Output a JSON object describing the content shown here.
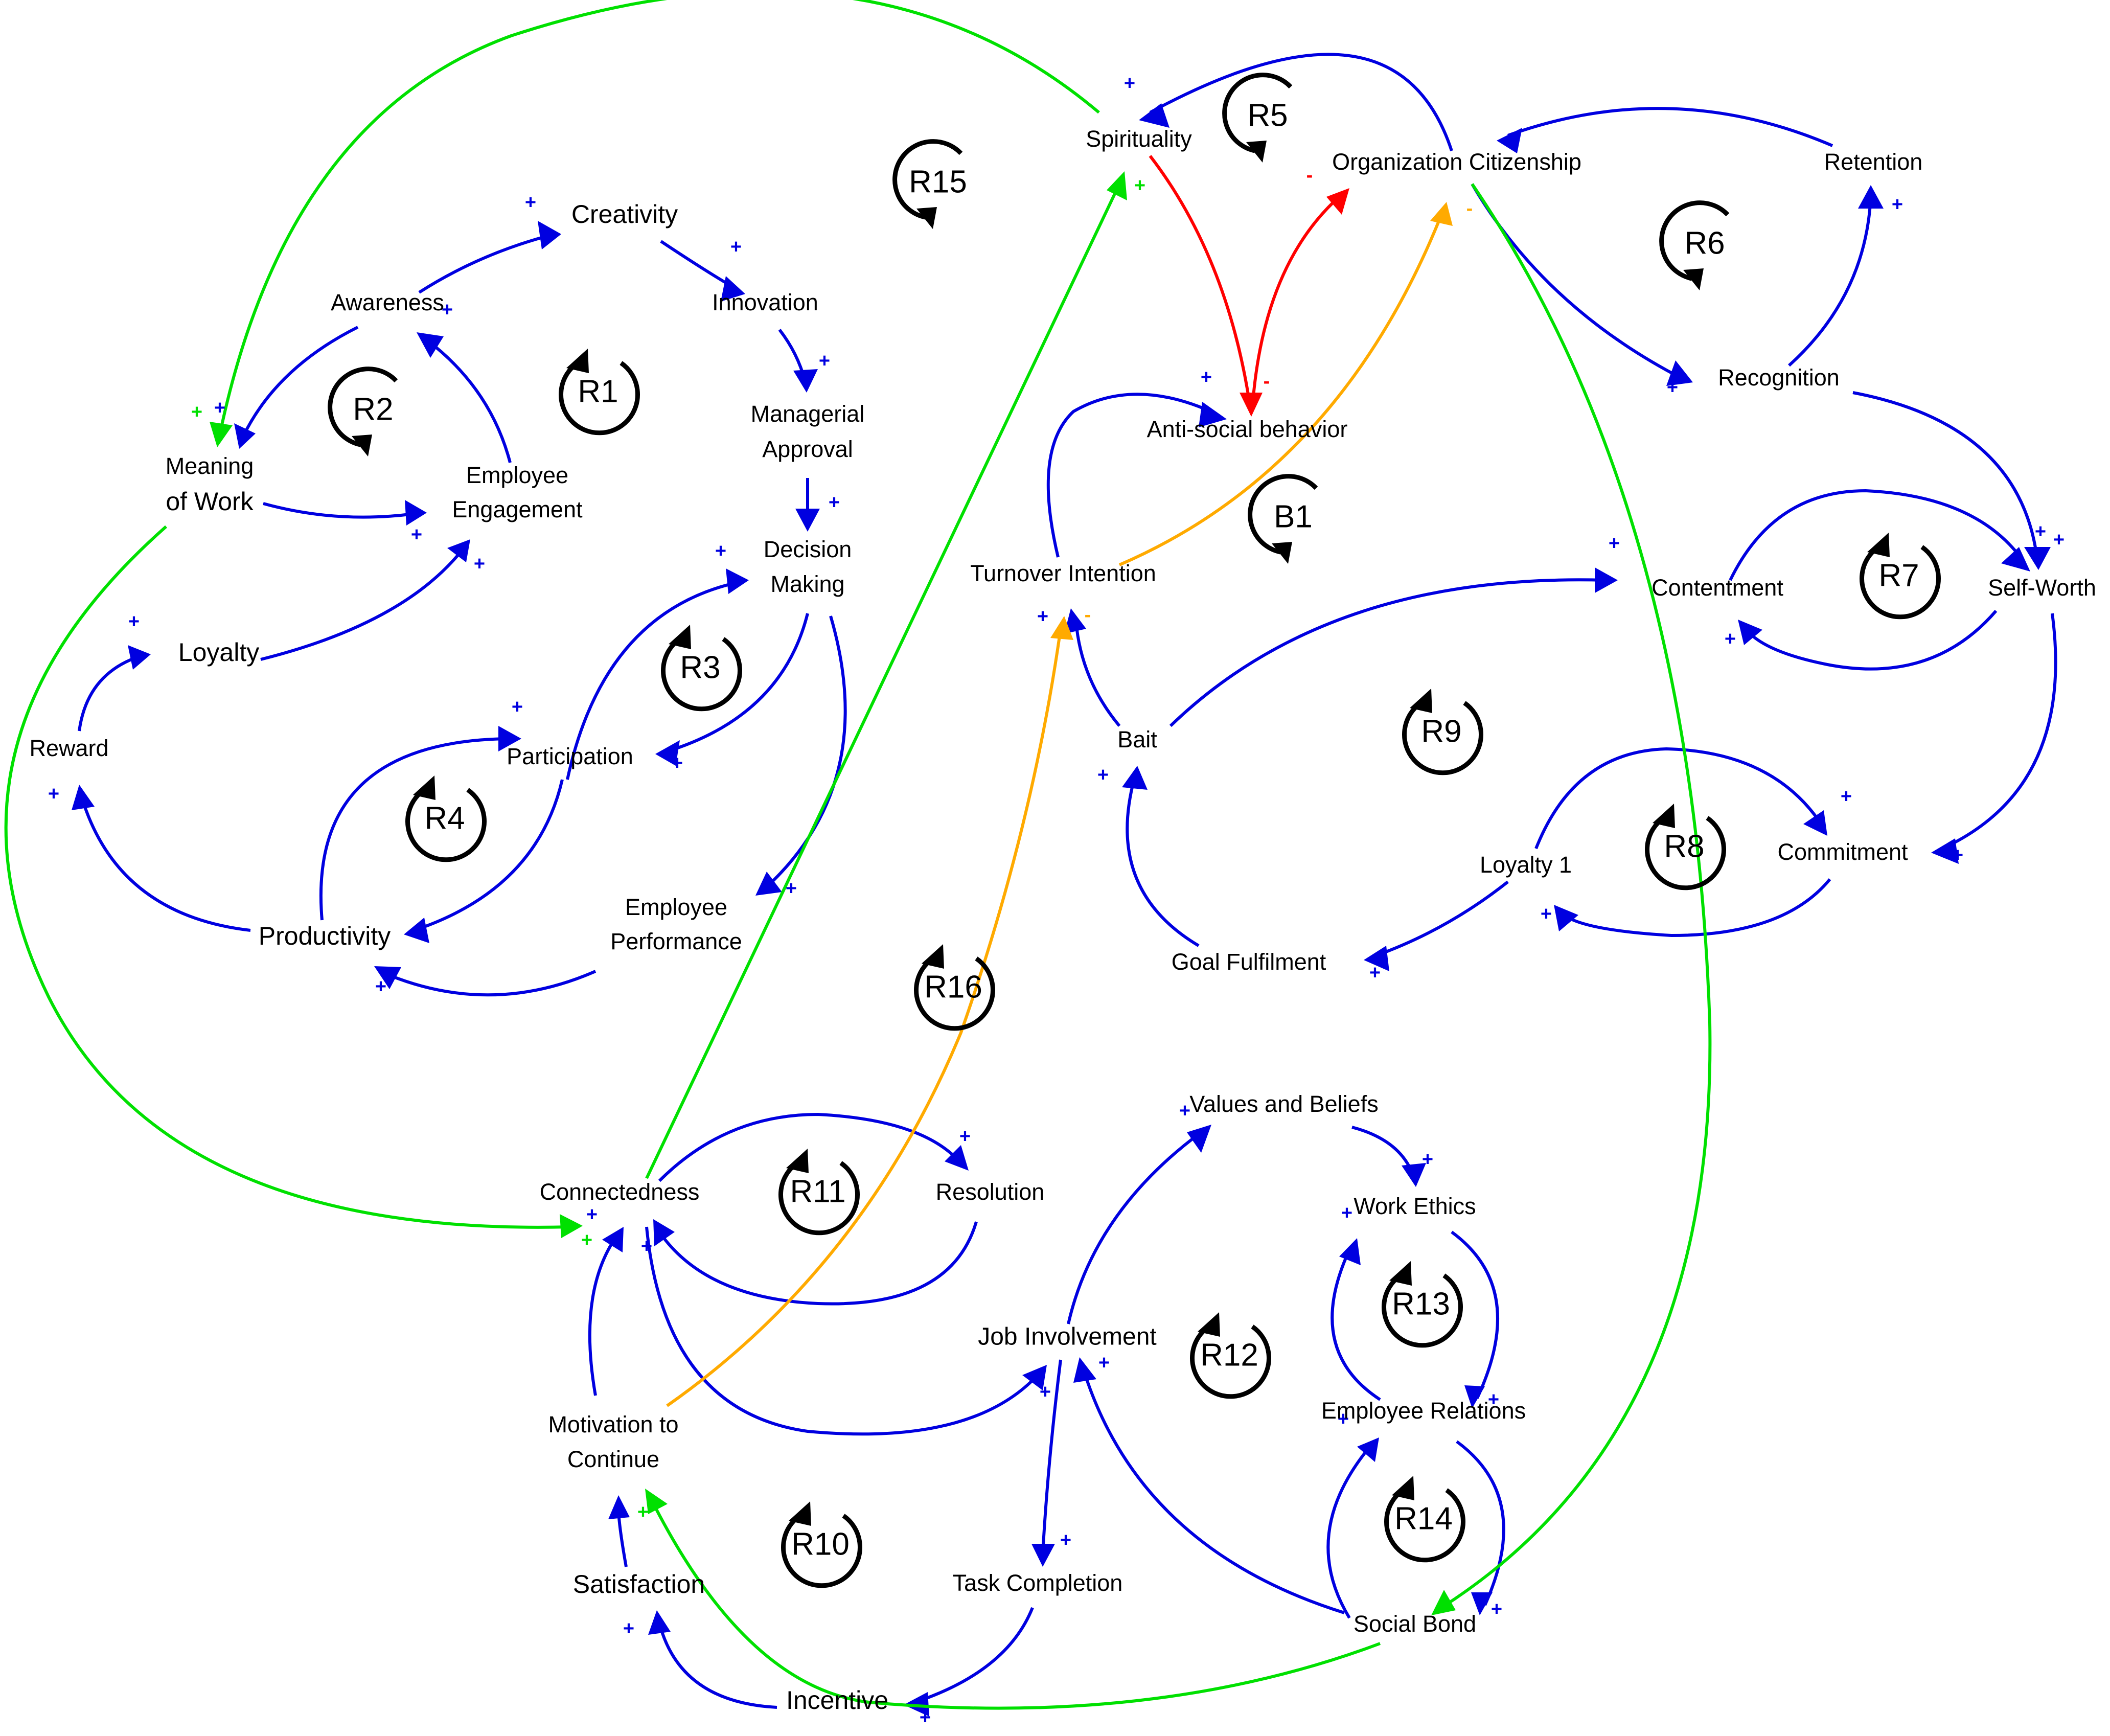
{
  "colors": {
    "blue": "#0000e0",
    "green": "#00e000",
    "red": "#ff0000",
    "orange": "#ffaa00",
    "black": "#000000"
  },
  "nodes": {
    "spirituality": {
      "lines": [
        "Spirituality"
      ]
    },
    "org_citizenship": {
      "lines": [
        "Organization Citizenship"
      ]
    },
    "retention": {
      "lines": [
        "Retention"
      ]
    },
    "creativity": {
      "lines": [
        "Creativity"
      ]
    },
    "awareness": {
      "lines": [
        "Awareness"
      ]
    },
    "innovation": {
      "lines": [
        "Innovation"
      ]
    },
    "managerial_approval": {
      "lines": [
        "Managerial",
        "Approval"
      ]
    },
    "meaning_of_work": {
      "lines": [
        "Meaning",
        "of Work"
      ]
    },
    "employee_engagement": {
      "lines": [
        "Employee",
        "Engagement"
      ]
    },
    "decision_making": {
      "lines": [
        "Decision",
        "Making"
      ]
    },
    "loyalty": {
      "lines": [
        "Loyalty"
      ]
    },
    "reward": {
      "lines": [
        "Reward"
      ]
    },
    "participation": {
      "lines": [
        "Participation"
      ]
    },
    "productivity": {
      "lines": [
        "Productivity"
      ]
    },
    "employee_performance": {
      "lines": [
        "Employee",
        "Performance"
      ]
    },
    "anti_social": {
      "lines": [
        "Anti-social behavior"
      ]
    },
    "turnover_intention": {
      "lines": [
        "Turnover Intention"
      ]
    },
    "recognition": {
      "lines": [
        "Recognition"
      ]
    },
    "contentment": {
      "lines": [
        "Contentment"
      ]
    },
    "self_worth": {
      "lines": [
        "Self-Worth"
      ]
    },
    "bait": {
      "lines": [
        "Bait"
      ]
    },
    "loyalty1": {
      "lines": [
        "Loyalty 1"
      ]
    },
    "commitment": {
      "lines": [
        "Commitment"
      ]
    },
    "goal_fulfilment": {
      "lines": [
        "Goal Fulfilment"
      ]
    },
    "values_beliefs": {
      "lines": [
        "Values and Beliefs"
      ]
    },
    "work_ethics": {
      "lines": [
        "Work Ethics"
      ]
    },
    "connectedness": {
      "lines": [
        "Connectedness"
      ]
    },
    "resolution": {
      "lines": [
        "Resolution"
      ]
    },
    "job_involvement": {
      "lines": [
        "Job Involvement"
      ]
    },
    "employee_relations": {
      "lines": [
        "Employee Relations"
      ]
    },
    "motivation": {
      "lines": [
        "Motivation to",
        "Continue"
      ]
    },
    "satisfaction": {
      "lines": [
        "Satisfaction"
      ]
    },
    "task_completion": {
      "lines": [
        "Task Completion"
      ]
    },
    "social_bond": {
      "lines": [
        "Social Bond"
      ]
    },
    "incentive": {
      "lines": [
        "Incentive"
      ]
    }
  },
  "loops": [
    {
      "id": "R1",
      "label": "R1"
    },
    {
      "id": "R2",
      "label": "R2"
    },
    {
      "id": "R3",
      "label": "R3"
    },
    {
      "id": "R4",
      "label": "R4"
    },
    {
      "id": "R5",
      "label": "R5"
    },
    {
      "id": "R6",
      "label": "R6"
    },
    {
      "id": "R7",
      "label": "R7"
    },
    {
      "id": "R8",
      "label": "R8"
    },
    {
      "id": "R9",
      "label": "R9"
    },
    {
      "id": "R10",
      "label": "R10"
    },
    {
      "id": "R11",
      "label": "R11"
    },
    {
      "id": "R12",
      "label": "R12"
    },
    {
      "id": "R13",
      "label": "R13"
    },
    {
      "id": "R14",
      "label": "R14"
    },
    {
      "id": "R15",
      "label": "R15"
    },
    {
      "id": "R16",
      "label": "R16"
    },
    {
      "id": "B1",
      "label": "B1"
    }
  ],
  "links": [
    {
      "id": "awareness-creativity",
      "from": "Awareness",
      "to": "Creativity",
      "color": "blue",
      "polarity": "+"
    },
    {
      "id": "creativity-innovation",
      "from": "Creativity",
      "to": "Innovation",
      "color": "blue",
      "polarity": "+"
    },
    {
      "id": "innovation-managerial",
      "from": "Innovation",
      "to": "Managerial Approval",
      "color": "blue",
      "polarity": "+"
    },
    {
      "id": "managerial-decision",
      "from": "Managerial Approval",
      "to": "Decision Making",
      "color": "blue",
      "polarity": "+"
    },
    {
      "id": "awareness-meaning",
      "from": "Awareness",
      "to": "Meaning of Work",
      "color": "blue",
      "polarity": "+"
    },
    {
      "id": "engagement-awareness",
      "from": "Employee Engagement",
      "to": "Awareness",
      "color": "blue",
      "polarity": "+"
    },
    {
      "id": "meaning-engagement",
      "from": "Meaning of Work",
      "to": "Employee Engagement",
      "color": "blue",
      "polarity": "+"
    },
    {
      "id": "loyalty-engagement",
      "from": "Loyalty",
      "to": "Employee Engagement",
      "color": "blue",
      "polarity": "+"
    },
    {
      "id": "reward-loyalty",
      "from": "Reward",
      "to": "Loyalty",
      "color": "blue",
      "polarity": "+"
    },
    {
      "id": "productivity-reward",
      "from": "Productivity",
      "to": "Reward",
      "color": "blue",
      "polarity": "+"
    },
    {
      "id": "decision-participation",
      "from": "Decision Making",
      "to": "Participation",
      "color": "blue",
      "polarity": "+"
    },
    {
      "id": "participation-decision",
      "from": "Participation",
      "to": "Decision Making",
      "color": "blue",
      "polarity": "+"
    },
    {
      "id": "participation-productivity",
      "from": "Participation",
      "to": "Productivity",
      "color": "blue",
      "polarity": "+"
    },
    {
      "id": "productivity-participation",
      "from": "Productivity",
      "to": "Participation",
      "color": "blue",
      "polarity": "+"
    },
    {
      "id": "decision-performance",
      "from": "Decision Making",
      "to": "Employee Performance",
      "color": "blue",
      "polarity": "+"
    },
    {
      "id": "performance-productivity",
      "from": "Employee Performance",
      "to": "Productivity",
      "color": "blue",
      "polarity": "+"
    },
    {
      "id": "spirituality-meaning",
      "from": "Spirituality",
      "to": "Meaning of Work",
      "color": "green",
      "polarity": "+"
    },
    {
      "id": "meaning-connectedness",
      "from": "Meaning of Work",
      "to": "Connectedness",
      "color": "green",
      "polarity": "+"
    },
    {
      "id": "connectedness-spirituality",
      "from": "Connectedness",
      "to": "Spirituality",
      "color": "green",
      "polarity": "+"
    },
    {
      "id": "orgcit-spirituality",
      "from": "Organization Citizenship",
      "to": "Spirituality",
      "color": "blue",
      "polarity": "+"
    },
    {
      "id": "spirituality-antisocial",
      "from": "Spirituality",
      "to": "Anti-social behavior",
      "color": "red",
      "polarity": "-"
    },
    {
      "id": "antisocial-orgcit",
      "from": "Anti-social behavior",
      "to": "Organization Citizenship",
      "color": "red",
      "polarity": "-"
    },
    {
      "id": "turnover-orgcit",
      "from": "Turnover Intention",
      "to": "Organization Citizenship",
      "color": "orange",
      "polarity": "-"
    },
    {
      "id": "turnover-antisocial",
      "from": "Turnover Intention",
      "to": "Anti-social behavior",
      "color": "blue",
      "polarity": "+"
    },
    {
      "id": "retention-orgcit",
      "from": "Retention",
      "to": "Organization Citizenship",
      "color": "blue",
      "polarity": ""
    },
    {
      "id": "orgcit-recognition",
      "from": "Organization Citizenship",
      "to": "Recognition",
      "color": "blue",
      "polarity": "+"
    },
    {
      "id": "recognition-retention",
      "from": "Recognition",
      "to": "Retention",
      "color": "blue",
      "polarity": "+"
    },
    {
      "id": "recognition-selfworth",
      "from": "Recognition",
      "to": "Self-Worth",
      "color": "blue",
      "polarity": "+"
    },
    {
      "id": "contentment-selfworth",
      "from": "Contentment",
      "to": "Self-Worth",
      "color": "blue",
      "polarity": "+"
    },
    {
      "id": "selfworth-contentment",
      "from": "Self-Worth",
      "to": "Contentment",
      "color": "blue",
      "polarity": "+"
    },
    {
      "id": "selfworth-commitment",
      "from": "Self-Worth",
      "to": "Commitment",
      "color": "blue",
      "polarity": "+"
    },
    {
      "id": "loyalty1-commitment",
      "from": "Loyalty 1",
      "to": "Commitment",
      "color": "blue",
      "polarity": "+"
    },
    {
      "id": "commitment-loyalty1",
      "from": "Commitment",
      "to": "Loyalty 1",
      "color": "blue",
      "polarity": "+"
    },
    {
      "id": "loyalty1-goal",
      "from": "Loyalty 1",
      "to": "Goal Fulfilment",
      "color": "blue",
      "polarity": "+"
    },
    {
      "id": "goal-bait",
      "from": "Goal Fulfilment",
      "to": "Bait",
      "color": "blue",
      "polarity": "+"
    },
    {
      "id": "bait-contentment",
      "from": "Bait",
      "to": "Contentment",
      "color": "blue",
      "polarity": "+"
    },
    {
      "id": "bait-turnover",
      "from": "Bait",
      "to": "Turnover Intention",
      "color": "blue",
      "polarity": "+"
    },
    {
      "id": "motivation-turnover",
      "from": "Motivation to Continue",
      "to": "Turnover Intention",
      "color": "orange",
      "polarity": "-"
    },
    {
      "id": "orgcit-socialbond",
      "from": "Organization Citizenship",
      "to": "Social Bond",
      "color": "green",
      "polarity": ""
    },
    {
      "id": "socialbond-motivation",
      "from": "Social Bond",
      "to": "Motivation to Continue",
      "color": "green",
      "polarity": "+"
    },
    {
      "id": "connectedness-resolution",
      "from": "Connectedness",
      "to": "Resolution",
      "color": "blue",
      "polarity": "+"
    },
    {
      "id": "resolution-connectedness",
      "from": "Resolution",
      "to": "Connectedness",
      "color": "blue",
      "polarity": "+"
    },
    {
      "id": "motivation-connectedness",
      "from": "Motivation to Continue",
      "to": "Connectedness",
      "color": "blue",
      "polarity": "+"
    },
    {
      "id": "connectedness-jobinv",
      "from": "Connectedness",
      "to": "Job Involvement",
      "color": "blue",
      "polarity": "+"
    },
    {
      "id": "jobinv-values",
      "from": "Job Involvement",
      "to": "Values and Beliefs",
      "color": "blue",
      "polarity": "+"
    },
    {
      "id": "values-workethics",
      "from": "Values and Beliefs",
      "to": "Work Ethics",
      "color": "blue",
      "polarity": "+"
    },
    {
      "id": "workethics-emprel",
      "from": "Work Ethics",
      "to": "Employee Relations",
      "color": "blue",
      "polarity": "+"
    },
    {
      "id": "emprel-workethics",
      "from": "Employee Relations",
      "to": "Work Ethics",
      "color": "blue",
      "polarity": "+"
    },
    {
      "id": "emprel-socialbond",
      "from": "Employee Relations",
      "to": "Social Bond",
      "color": "blue",
      "polarity": "+"
    },
    {
      "id": "socialbond-emprel",
      "from": "Social Bond",
      "to": "Employee Relations",
      "color": "blue",
      "polarity": "+"
    },
    {
      "id": "socialbond-jobinv",
      "from": "Social Bond",
      "to": "Job Involvement",
      "color": "blue",
      "polarity": "+"
    },
    {
      "id": "jobinv-task",
      "from": "Job Involvement",
      "to": "Task Completion",
      "color": "blue",
      "polarity": "+"
    },
    {
      "id": "task-incentive",
      "from": "Task Completion",
      "to": "Incentive",
      "color": "blue",
      "polarity": "+"
    },
    {
      "id": "incentive-satisfaction",
      "from": "Incentive",
      "to": "Satisfaction",
      "color": "blue",
      "polarity": "+"
    },
    {
      "id": "satisfaction-motivation",
      "from": "Satisfaction",
      "to": "Motivation to Continue",
      "color": "blue",
      "polarity": ""
    }
  ]
}
